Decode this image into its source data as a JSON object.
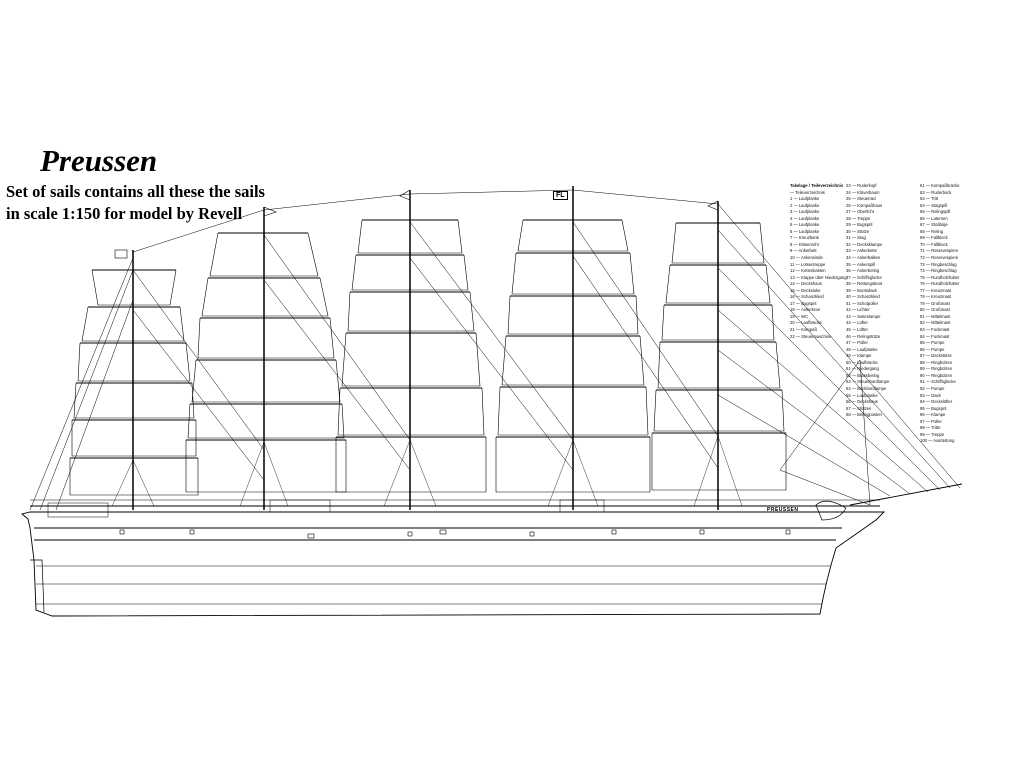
{
  "title": "Preussen",
  "subtitle_line1": "Set of sails contains all these the sails",
  "subtitle_line2": "in scale 1:150 for model by Revell",
  "hull_name": "PREUSSEN",
  "flags": [
    "FL"
  ],
  "legend_header": "Takelage / Teileverzeichnis",
  "legend_col1": [
    "— Teileverzeichnis",
    "1 — Laufplanke",
    "2 — Laufplanke",
    "3 — Laufplanke",
    "4 — Laufplanke",
    "5 — Laufplanke",
    "6 — Laufplanke",
    "7 — Kreuzbank",
    "8 — Klüsenrohr",
    "9 — Ankerbett",
    "10 — Ankerwinde",
    "11 — Lotsentreppe",
    "12 — Kettenkasten",
    "13 — Klappe über Niedergang",
    "14 — Deckshaus",
    "15 — Decksluke",
    "16 — Schanzkleid",
    "17 — Bugsprit",
    "18 — Ankerkran",
    "19 — WC",
    "20 — Laufbrücke",
    "21 — Kompaß",
    "22 — Steuermaschine"
  ],
  "legend_col2": [
    "23 — Ruderkopf",
    "24 — Klüverbaum",
    "25 — Steuerrad",
    "26 — Kompaßhaus",
    "27 — Oberlicht",
    "28 — Treppe",
    "29 — Bugsprit",
    "30 — Stütze",
    "31 — Stag",
    "32 — Decksklampe",
    "33 — Ankerkette",
    "34 — Ankerbalken",
    "35 — Ankerspill",
    "36 — Ankerbeting",
    "37 — Schiffsglocke",
    "38 — Rettungsboot",
    "39 — Bootsdavit",
    "40 — Schanzkleid",
    "41 — Schotpoller",
    "42 — Lichter",
    "43 — Seitenlampe",
    "44 — Lüfter",
    "45 — Lüfter",
    "46 — Relingstütze",
    "47 — Poller",
    "48 — Laufplanke",
    "49 — Klampe",
    "50 — Laufbrücke",
    "51 — Niedergang",
    "52 — Brassbeting",
    "53 — Steuerbordlampe",
    "54 — Backbordlampe",
    "55 — Laufplanke",
    "56 — Deckshaus",
    "57 — Stützen",
    "58 — Beringposten"
  ],
  "legend_col3": [
    "61 — Kompaßbrücke",
    "62 — Ruderbock",
    "63 — Tritt",
    "64 — Stagspill",
    "65 — Relingspill",
    "66 — Laternen",
    "67 — Stoßtalje",
    "68 — Reling",
    "69 — Fallblock",
    "70 — Fallblock",
    "71 — Reservespiere",
    "72 — Reservespiere",
    "73 — Ringbeschlag",
    "74 — Ringbeschlag",
    "75 — Rundholzhalter",
    "76 — Rundholzhalter",
    "77 — Kreuzmast",
    "78 — Kreuzmast",
    "79 — Großmast",
    "80 — Großmast",
    "81 — Mittelmast",
    "82 — Mittelmast",
    "83 — Fockmast",
    "84 — Fockmast",
    "85 — Pumpe",
    "86 — Pumpe",
    "87 — Deckstütze",
    "88 — Ringbolzen",
    "89 — Ringbolzen",
    "90 — Ringbolzen",
    "91 — Schiffsglocke",
    "92 — Pumpe",
    "93 — Davit",
    "94 — Deckslüfter",
    "95 — Bugsprit",
    "96 — Klampe",
    "97 — Poller",
    "98 — Tritte",
    "99 — Treppe",
    "100 — Ausrüstung"
  ]
}
